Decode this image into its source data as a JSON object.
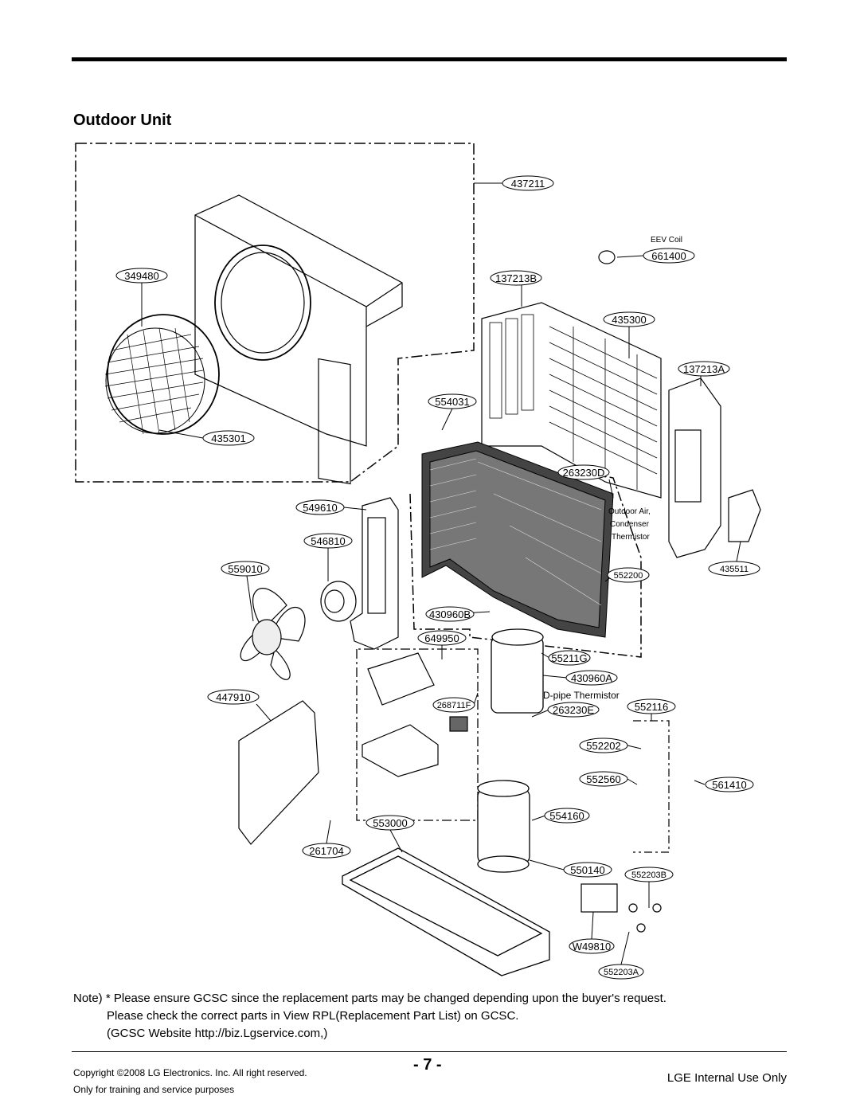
{
  "page": {
    "section_title": "Outdoor Unit",
    "page_number": "- 7 -",
    "copyright_line1": "Copyright ©2008 LG Electronics. Inc. All right reserved.",
    "copyright_line2": "Only for training and service purposes",
    "internal_label": "LGE Internal Use Only"
  },
  "note": {
    "line1": "Note) * Please ensure GCSC since the replacement parts may be changed depending upon the buyer's request.",
    "line2": "Please check  the correct parts in View RPL(Replacement Part List) on GCSC.",
    "line3": "(GCSC Website  http://biz.Lgservice.com,)"
  },
  "diagram": {
    "annotations": {
      "eev_coil": "EEV Coil",
      "outdoor_air_1": "Outdoor Air,",
      "outdoor_air_2": "Condenser",
      "outdoor_air_3": "Thermistor",
      "dpipe": "D-pipe Thermistor"
    },
    "callouts": {
      "c437211": "437211",
      "c661400": "661400",
      "c349480": "349480",
      "c137213B": "137213B",
      "c435300": "435300",
      "c137213A": "137213A",
      "c554031": "554031",
      "c435301": "435301",
      "c263230D": "263230D",
      "c549610": "549610",
      "c546810": "546810",
      "c559010": "559010",
      "c552200": "552200",
      "c435511": "435511",
      "c430960B": "430960B",
      "c649950": "649950",
      "c55211G": "55211G",
      "c430960A": "430960A",
      "c447910": "447910",
      "c268711F": "268711F",
      "c263230E": "263230E",
      "c552116": "552116",
      "c552202": "552202",
      "c552560": "552560",
      "c561410": "561410",
      "c553000": "553000",
      "c554160": "554160",
      "c261704": "261704",
      "c550140": "550140",
      "c552203B": "552203B",
      "cW49810": "W49810",
      "c552203A": "552203A"
    }
  }
}
